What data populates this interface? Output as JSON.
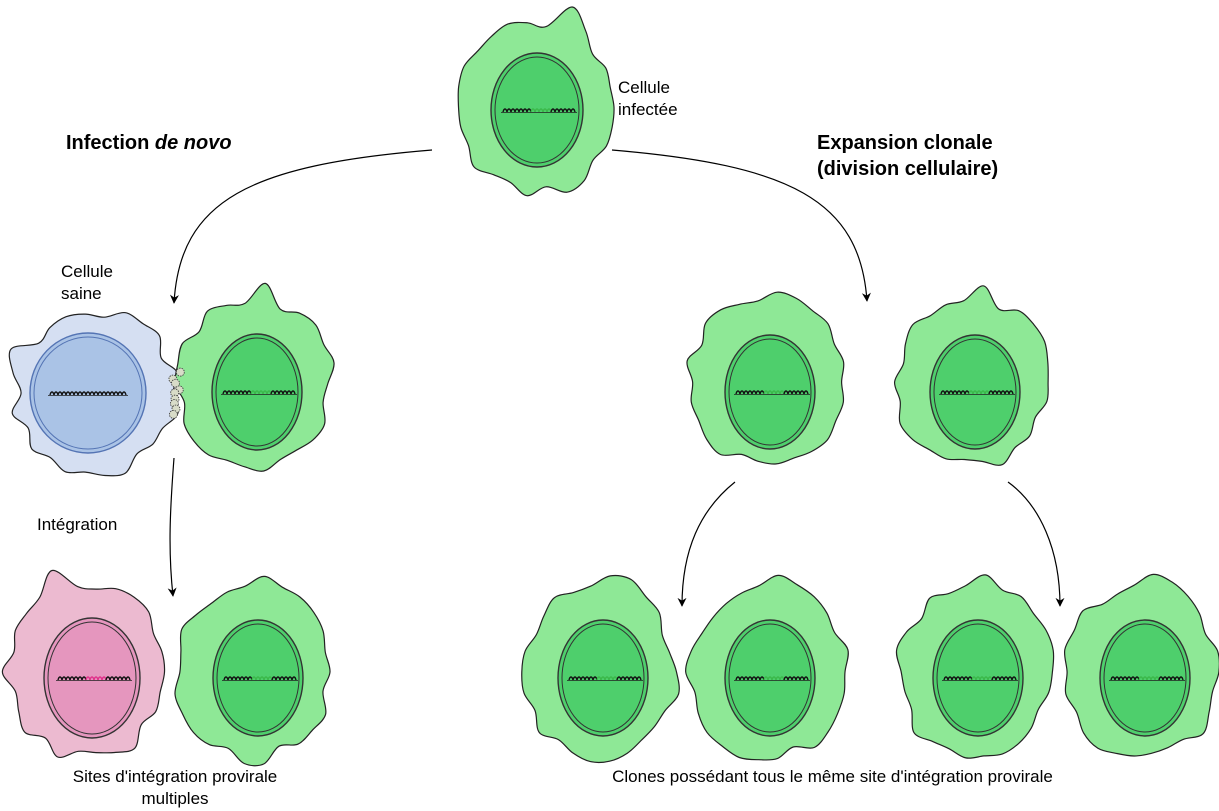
{
  "labels": {
    "infected_cell": [
      "Cellule",
      "infectée"
    ],
    "healthy_cell": [
      "Cellule",
      "saine"
    ],
    "integration": "Intégration",
    "multiple_sites": [
      "Sites d'intégration provirale",
      "multiples"
    ],
    "clones": "Clones possédant tous le même site d'intégration provirale"
  },
  "headings": {
    "de_novo_prefix": "Infection ",
    "de_novo_italic": "de novo",
    "clonal": [
      "Expansion clonale",
      "(division cellulaire)"
    ]
  },
  "colors": {
    "infected_cytoplasm": "#8ee896",
    "infected_nucleus": "#4ecf6c",
    "healthy_cytoplasm": "#d5dff2",
    "healthy_nucleus": "#aac3e6",
    "healthy_nucleus_ring": "#5474b4",
    "new_cytoplasm": "#ecbad0",
    "new_nucleus": "#e596be",
    "provirus_green": "#3bb84a",
    "provirus_pink": "#e0308a",
    "dna": "#111111"
  },
  "cells": [
    {
      "name": "infected-cell-top",
      "type": "infected"
    },
    {
      "name": "donor-cell",
      "type": "infected"
    },
    {
      "name": "healthy-cell",
      "type": "healthy"
    },
    {
      "name": "clone-cell-1",
      "type": "infected"
    },
    {
      "name": "clone-cell-2",
      "type": "infected"
    },
    {
      "name": "new-integration-cell",
      "type": "new"
    },
    {
      "name": "donor-cell-bottom",
      "type": "infected"
    },
    {
      "name": "clone-cell-1a",
      "type": "infected"
    },
    {
      "name": "clone-cell-1b",
      "type": "infected"
    },
    {
      "name": "clone-cell-2a",
      "type": "infected"
    },
    {
      "name": "clone-cell-2b",
      "type": "infected"
    }
  ]
}
